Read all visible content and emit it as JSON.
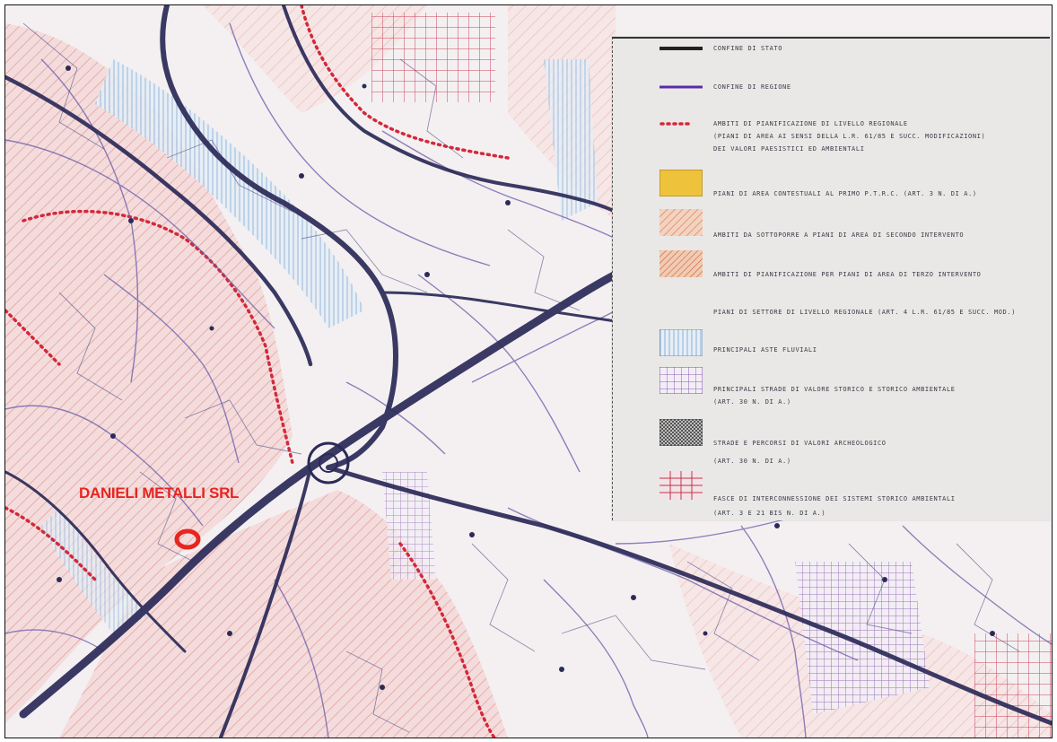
{
  "map": {
    "site_label": "DANIELI METALLI SRL",
    "colors": {
      "paper": "#f4f0f1",
      "pink_area": "#f3d6d6",
      "hatch": "#e59a9a",
      "road_dark": "#2b2a58",
      "road_purple": "#6a5aa8",
      "boundary_dots": "#d4283a",
      "river_blue": "#8db3d6",
      "marker_red": "#e8251f"
    }
  },
  "legend": {
    "items": [
      {
        "symbol": "line-black",
        "text": "CONFINE DI STATO",
        "text2": ""
      },
      {
        "symbol": "line-purple",
        "text": "CONFINE DI REGIONE",
        "text2": ""
      },
      {
        "symbol": "dots-red",
        "text": "AMBITI DI PIANIFICAZIONE DI LIVELLO REGIONALE",
        "text2": "(Piani di Area ai sensi della L.R. 61/85 e succ. modificazioni)",
        "text3": "DEI VALORI PAESISTICI ED AMBIENTALI"
      },
      {
        "symbol": "fill-yellow",
        "text": "PIANI DI AREA CONTESTUALI AL PRIMO P.T.R.C. (art. 3 N. di A.)",
        "text2": ""
      },
      {
        "symbol": "hatch-orange",
        "text": "AMBITI DA SOTTOPORRE A PIANI DI AREA DI SECONDO INTERVENTO",
        "text2": ""
      },
      {
        "symbol": "hatch-orange2",
        "text": "AMBITI DI PIANIFICAZIONE PER PIANI DI AREA DI TERZO INTERVENTO",
        "text2": ""
      },
      {
        "symbol": "none",
        "text": "PIANI DI SETTORE DI LIVELLO REGIONALE (art. 4 L.R. 61/85 e succ. mod.)",
        "text2": ""
      },
      {
        "symbol": "vlines-blue",
        "text": "PRINCIPALI ASTE FLUVIALI",
        "text2": ""
      },
      {
        "symbol": "grid-purple",
        "text": "PRINCIPALI STRADE DI VALORE STORICO E STORICO AMBIENTALE",
        "text2": "(art. 30 N. di A.)"
      },
      {
        "symbol": "check-dark",
        "text": "STRADE E PERCORSI DI VALORI ARCHEOLOGICO",
        "text2": "(art. 30 N. di A.)"
      },
      {
        "symbol": "grid-red",
        "text": "FASCE DI INTERCONNESSIONE DEI SISTEMI STORICO AMBIENTALI",
        "text2": "(art. 3 e 21 bis N. di A.)"
      }
    ]
  }
}
